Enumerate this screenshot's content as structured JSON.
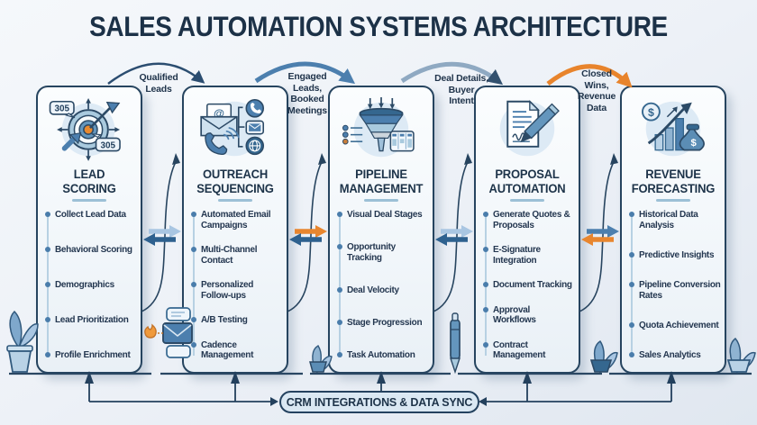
{
  "title": "SALES AUTOMATION SYSTEMS ARCHITECTURE",
  "flow_labels": [
    {
      "text": "Qualified\nLeads"
    },
    {
      "text": "Engaged\nLeads,\nBooked\nMeetings"
    },
    {
      "text": "Deal Details,\nBuyer\nIntent"
    },
    {
      "text": "Closed\nWins,\nRevenue\nData"
    }
  ],
  "columns": [
    {
      "title": "LEAD\nSCORING",
      "icon": "target-dart-icon",
      "badges": [
        "305",
        "305"
      ],
      "items": [
        "Collect Lead Data",
        "Behavioral Scoring",
        "Demographics",
        "Lead Prioritization",
        "Profile Enrichment"
      ]
    },
    {
      "title": "OUTREACH\nSEQUENCING",
      "icon": "multichannel-contact-icon",
      "at_symbol": "@",
      "items": [
        "Automated Email Campaigns",
        "Multi-Channel Contact",
        "Personalized Follow-ups",
        "A/B Testing",
        "Cadence Management"
      ]
    },
    {
      "title": "PIPELINE\nMANAGEMENT",
      "icon": "funnel-icon",
      "items": [
        "Visual Deal Stages",
        "Opportunity Tracking",
        "Deal Velocity",
        "Stage Progression",
        "Task Automation"
      ]
    },
    {
      "title": "PROPOSAL\nAUTOMATION",
      "icon": "document-signature-icon",
      "items": [
        "Generate Quotes & Proposals",
        "E-Signature Integration",
        "Document Tracking",
        "Approval Workflows",
        "Contract Management"
      ]
    },
    {
      "title": "REVENUE\nFORECASTING",
      "icon": "growth-chart-money-icon",
      "coin_symbol": "$",
      "bag_symbol": "$",
      "items": [
        "Historical Data Analysis",
        "Predictive Insights",
        "Pipeline Conversion Rates",
        "Quota Achievement",
        "Sales Analytics"
      ]
    }
  ],
  "footer": {
    "label": "CRM INTEGRATIONS & DATA SYNC"
  },
  "colors": {
    "navy": "#24425f",
    "steel_blue": "#4c7fae",
    "light_blue": "#a9c6e2",
    "orange": "#e8842c",
    "card_bg": "#f7fafd",
    "accent_divider": "#9cc0d6"
  }
}
